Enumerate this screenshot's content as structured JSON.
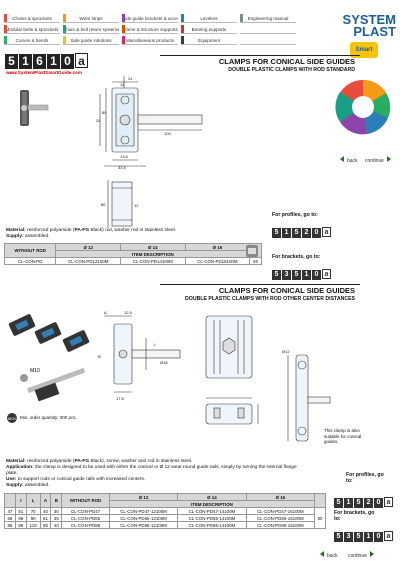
{
  "nav": [
    {
      "label": "Chains & sprockets",
      "color": "#e84c3d"
    },
    {
      "label": "Wear strips",
      "color": "#f39c12"
    },
    {
      "label": "Side guide brackets & accessories",
      "color": "#8e44ad"
    },
    {
      "label": "Levelers",
      "color": "#2980b9"
    },
    {
      "label": "Engineering manual",
      "color": "#7f8c8d"
    },
    {
      "label": "Modular belts & sprockets",
      "color": "#e74c3c"
    },
    {
      "label": "Chain & belt return systems",
      "color": "#16a085"
    },
    {
      "label": "Frame & structure supports",
      "color": "#d35400"
    },
    {
      "label": "Bearing supports",
      "color": "#c0392b"
    },
    {
      "label": "",
      "color": "#ffffff"
    },
    {
      "label": "Curves & bends",
      "color": "#27ae60"
    },
    {
      "label": "Side guide solutions",
      "color": "#f1c40f"
    },
    {
      "label": "Miscellaneous products",
      "color": "#e91e63"
    },
    {
      "label": "Equipment",
      "color": "#2c3e50"
    },
    {
      "label": "",
      "color": "#ffffff"
    }
  ],
  "logo": {
    "line1": "SYSTEM",
    "line2": "PLAST",
    "badge": "Smart"
  },
  "page_code": [
    "5",
    "1",
    "6",
    "1",
    "0",
    "a"
  ],
  "url": "www.SystemPlastSmartGuide.com",
  "nav_links": {
    "back": "back",
    "continue": "continue"
  },
  "section1": {
    "title": "CLAMPS FOR CONICAL SIDE GUIDES",
    "subtitle": "DOUBLE PLASTIC CLAMPS WITH ROD STANDARD",
    "dims": [
      "24",
      "12",
      "24",
      "80",
      "100",
      "13.6",
      "33.5",
      "80",
      "12"
    ],
    "material_label": "Material:",
    "material_text": " reinforced polyamide (",
    "material_code": "PA-FG",
    "material_text2": " Black) nut, washer rod in stainless steel.",
    "supply_label": "Supply:",
    "supply_text": " assembled.",
    "profiles_label": "For profiles, go to:",
    "profiles_code": [
      "5",
      "1",
      "5",
      "2",
      "0",
      "a"
    ],
    "brackets_label": "For brackets, go to:",
    "brackets_code": [
      "5",
      "3",
      "5",
      "1",
      "0",
      "a"
    ],
    "table": {
      "without_rod": "WITHOUT ROD",
      "cols": [
        "Ø 12",
        "Ø 14",
        "Ø 16"
      ],
      "item_desc": "ITEM DESCRIPTION",
      "rows": [
        [
          "CL-CON-PD",
          "CL-CON-PD12100M",
          "CL-CON-PD14100M",
          "CL-CON-PD16100M",
          "50"
        ]
      ]
    }
  },
  "section2": {
    "title": "CLAMPS FOR CONICAL SIDE GUIDES",
    "subtitle": "DOUBLE PLASTIC CLAMPS WITH ROD OTHER CENTER DISTANCES",
    "dims": [
      "A",
      "12.5",
      "B",
      "L",
      "17.6",
      "M10",
      "Ø12",
      "Ø18"
    ],
    "moq_label": "Min. order quantity: 300 pcs.",
    "note": "This clamp is also suitable for conical guides.",
    "material_label": "Material:",
    "material_text": " reinforced polyamide (",
    "material_code": "PA-FG",
    "material_text2": " Black), screw, washer and rod in stainless steel.",
    "application_label": "Application:",
    "application_text": " the clamp is designed to be used with either the conical or Ø 12 wear round guide rails, simply by turning the internal flange plate.",
    "use_label": "Use:",
    "use_text": " to support rods or conical guide rails with increased centers.",
    "supply_label": "Supply:",
    "supply_text": " assembled.",
    "profiles_label": "For profiles, go to:",
    "profiles_code": [
      "5",
      "1",
      "5",
      "2",
      "0",
      "a"
    ],
    "brackets_label": "For brackets, go to:",
    "brackets_code": [
      "5",
      "3",
      "5",
      "1",
      "0",
      "a"
    ],
    "table": {
      "headers": [
        "",
        "I",
        "L",
        "A",
        "B",
        "WITHOUT ROD",
        "Ø 12",
        "Ø 14",
        "Ø 16",
        ""
      ],
      "item_desc": "ITEM DESCRIPTION",
      "rows": [
        [
          "47",
          "51",
          "70",
          "40",
          "30",
          "CL-CON-PD47",
          "CL-CON-PD47-12100M",
          "CL-CON-PD47-14100M",
          "CL-CON-PD47-16100M",
          "50"
        ],
        [
          "65",
          "69",
          "90",
          "61",
          "35",
          "CL-CON-PD65",
          "CL-CON-PD65-12100M",
          "CL-CON-PD65-14100M",
          "CL-CON-PD65-16100M",
          ""
        ],
        [
          "85",
          "89",
          "110",
          "85",
          "40",
          "CL-CON-PD85",
          "CL-CON-PD85-12100M",
          "CL-CON-PD85-14100M",
          "CL-CON-PD85-16100M",
          ""
        ]
      ]
    }
  }
}
